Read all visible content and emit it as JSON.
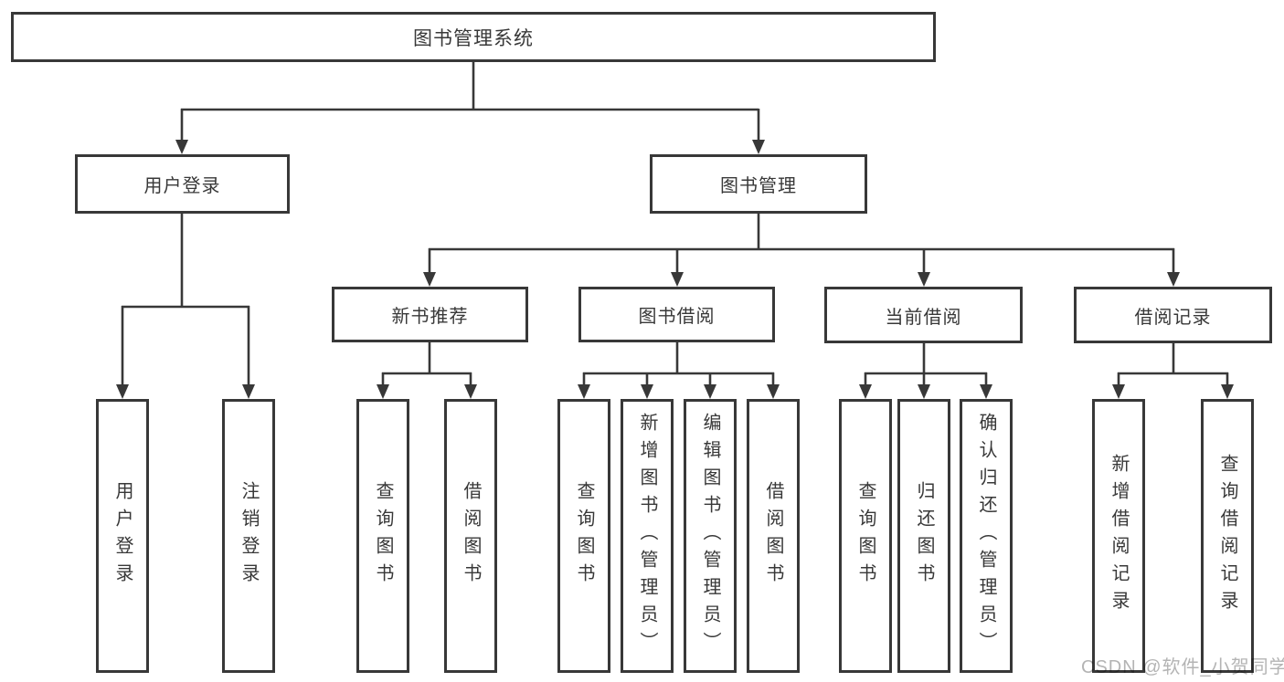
{
  "diagram": {
    "title": "图书管理系统",
    "nodes": {
      "root": "图书管理系统",
      "user_login": "用户登录",
      "book_mgmt": "图书管理",
      "new_rec": "新书推荐",
      "borrow": "图书借阅",
      "current": "当前借阅",
      "record": "借阅记录",
      "leaf_user_login": "用户登录",
      "leaf_logout": "注销登录",
      "leaf_rec_query": "查询图书",
      "leaf_rec_borrow": "借阅图书",
      "leaf_bor_query": "查询图书",
      "leaf_bor_add": "新增图书（管理员）",
      "leaf_bor_edit": "编辑图书（管理员）",
      "leaf_bor_borrow": "借阅图书",
      "leaf_cur_query": "查询图书",
      "leaf_cur_return": "归还图书",
      "leaf_cur_confirm": "确认归还（管理员）",
      "leaf_rcd_add": "新增借阅记录",
      "leaf_rcd_query": "查询借阅记录"
    },
    "hierarchy": {
      "图书管理系统": {
        "用户登录": [
          "用户登录",
          "注销登录"
        ],
        "图书管理": {
          "新书推荐": [
            "查询图书",
            "借阅图书"
          ],
          "图书借阅": [
            "查询图书",
            "新增图书（管理员）",
            "编辑图书（管理员）",
            "借阅图书"
          ],
          "当前借阅": [
            "查询图书",
            "归还图书",
            "确认归还（管理员）"
          ],
          "借阅记录": [
            "新增借阅记录",
            "查询借阅记录"
          ]
        }
      }
    },
    "colors": {
      "line": "#383838",
      "text": "#383838",
      "box_fill": "#ffffff",
      "background": "#ffffff",
      "watermark": "#b4b4b4"
    }
  },
  "watermark": "CSDN @软件_小贺同学"
}
